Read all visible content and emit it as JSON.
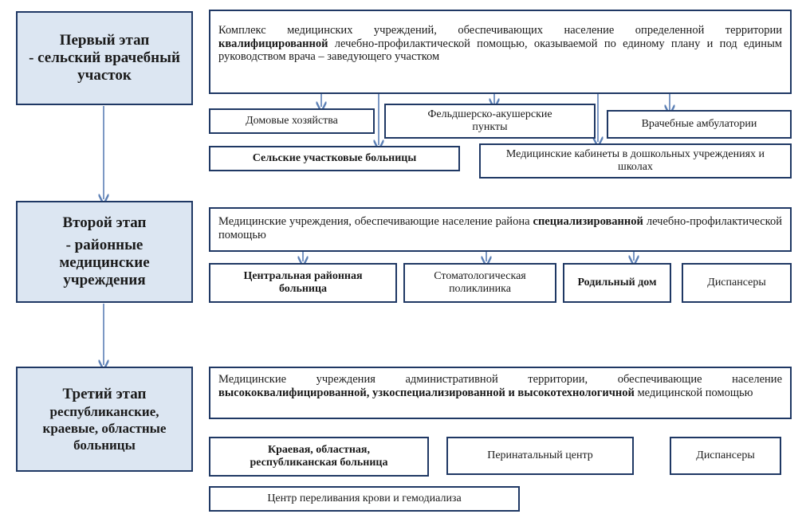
{
  "stages": [
    {
      "title": "Первый этап",
      "subtitle": "- сельский врачебный участок",
      "description_parts": [
        {
          "text": "Комплекс медицинских учреждений, обеспечивающих население определенной территории ",
          "bold": false
        },
        {
          "text": "квалифицированной",
          "bold": true
        },
        {
          "text": " лечебно-профилактической помощью, оказываемой по единому плану и под единым руководством врача – заведующего участком",
          "bold": false
        }
      ],
      "institutions": [
        "Домовые хозяйства",
        "Фельдшерско-акушерские пункты",
        "Врачебные амбулатории",
        "Сельские участковые больницы",
        "Медицинские кабинеты в дошкольных учреждениях и школах"
      ]
    },
    {
      "title": "Второй этап",
      "subtitle": "- районные медицинские учреждения",
      "description_parts": [
        {
          "text": "Медицинские учреждения, обеспечивающие население района ",
          "bold": false
        },
        {
          "text": "специализированной",
          "bold": true
        },
        {
          "text": " лечебно-профилактической помощью",
          "bold": false
        }
      ],
      "institutions": [
        "Центральная районная больница",
        "Стоматологическая поликлиника",
        "Родильный дом",
        "Диспансеры"
      ]
    },
    {
      "title": "Третий этап",
      "subtitle": "республиканские, краевые, областные больницы",
      "description_parts": [
        {
          "text": "Медицинские учреждения административной территории, обеспечивающие население ",
          "bold": false
        },
        {
          "text": "высококвалифицированной, узкоспециализированной и высокотехнологичной",
          "bold": true
        },
        {
          "text": " медицинской помощью",
          "bold": false
        }
      ],
      "institutions": [
        "Краевая, областная, республиканская больница",
        "Перинатальный центр",
        "Диспансеры",
        "Центр переливания крови и гемодиализа"
      ]
    }
  ],
  "colors": {
    "border": "#1f3864",
    "stage_fill": "#dce6f2",
    "arrow": "#5b7fb5"
  }
}
